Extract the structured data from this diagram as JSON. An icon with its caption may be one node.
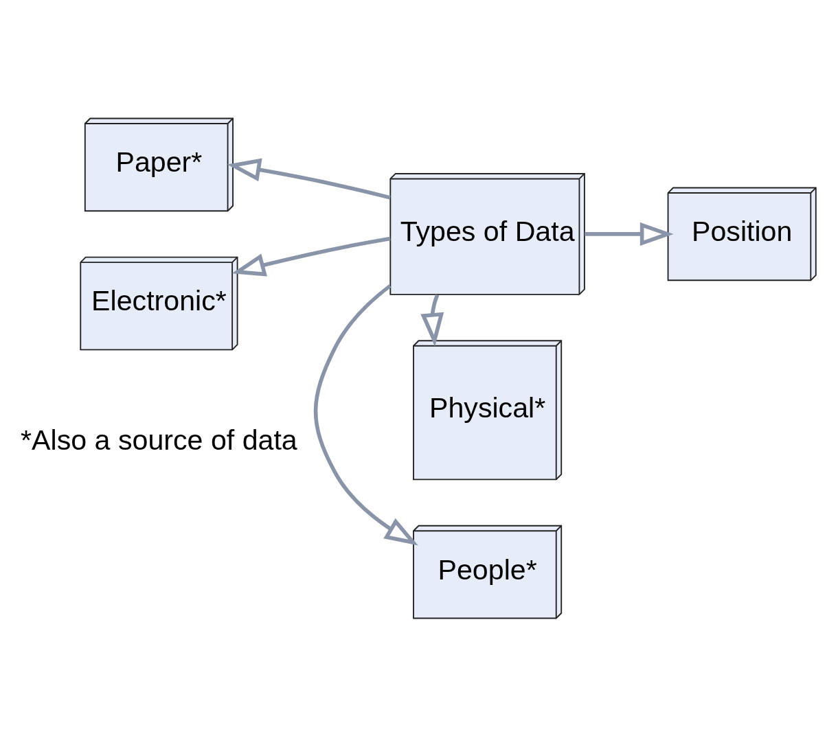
{
  "diagram": {
    "nodes": [
      {
        "text": [
          "People*"
        ]
      },
      {
        "text": [
          "Paper*"
        ]
      },
      {
        "text": [
          "Types of Data"
        ]
      },
      {
        "text": [
          "Position"
        ]
      },
      {
        "text": [
          "Electronic*"
        ]
      },
      {
        "text": [
          "Physical*"
        ]
      }
    ],
    "edges": [
      {
        "from": 2,
        "to": 0,
        "arrow": "to"
      },
      {
        "from": 2,
        "to": 1,
        "arrow": "to"
      },
      {
        "from": 2,
        "to": 4,
        "arrow": "to"
      },
      {
        "from": 2,
        "to": 3,
        "arrow": "to"
      },
      {
        "from": 2,
        "to": 5,
        "arrow": "to"
      }
    ],
    "labels": [
      "*Also a source of data"
    ]
  }
}
